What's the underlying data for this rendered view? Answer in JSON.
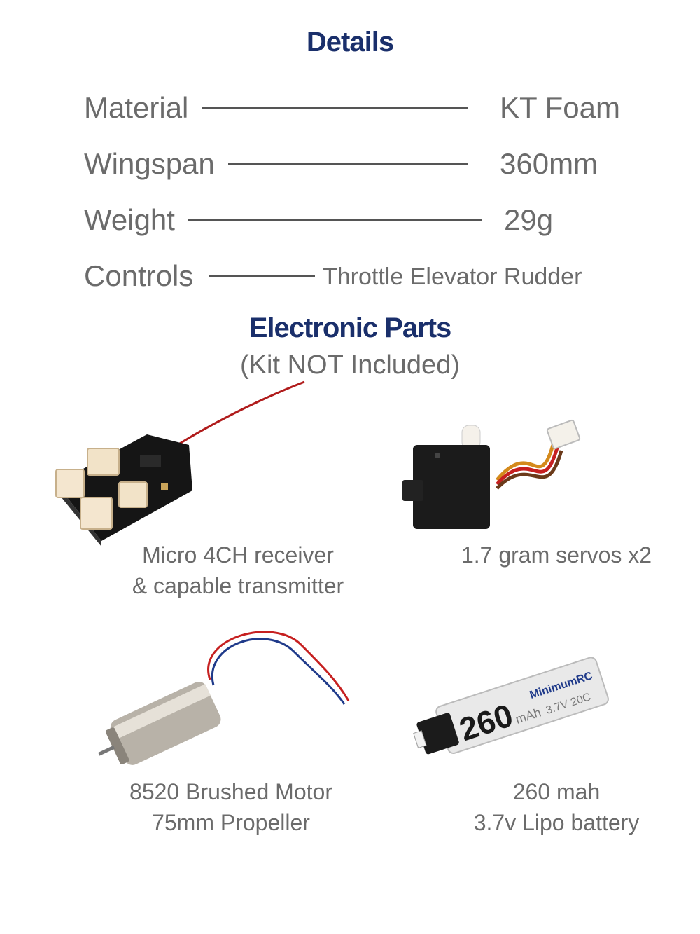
{
  "details": {
    "title": "Details",
    "specs": [
      {
        "label": "Material",
        "value": "KT Foam"
      },
      {
        "label": "Wingspan",
        "value": "360mm"
      },
      {
        "label": "Weight",
        "value": "29g"
      },
      {
        "label": "Controls",
        "value": "Throttle Elevator Rudder"
      }
    ]
  },
  "electronics": {
    "title": "Electronic Parts",
    "subtitle": "(Kit NOT Included)",
    "parts": [
      {
        "line1": "Micro 4CH receiver",
        "line2": "& capable transmitter",
        "icon": "receiver-icon"
      },
      {
        "line1": "1.7 gram servos x2",
        "line2": "",
        "icon": "servo-icon"
      },
      {
        "line1": "8520 Brushed Motor",
        "line2": "75mm Propeller",
        "icon": "motor-icon"
      },
      {
        "line1": "260 mah",
        "line2": "3.7v Lipo battery",
        "icon": "battery-icon"
      }
    ],
    "battery_label": {
      "brand": "MinimumRC",
      "capacity": "260",
      "unit": "mAh",
      "specs": "3.7V 20C"
    }
  },
  "colors": {
    "heading": "#1a2f6b",
    "text": "#6b6b6b"
  }
}
